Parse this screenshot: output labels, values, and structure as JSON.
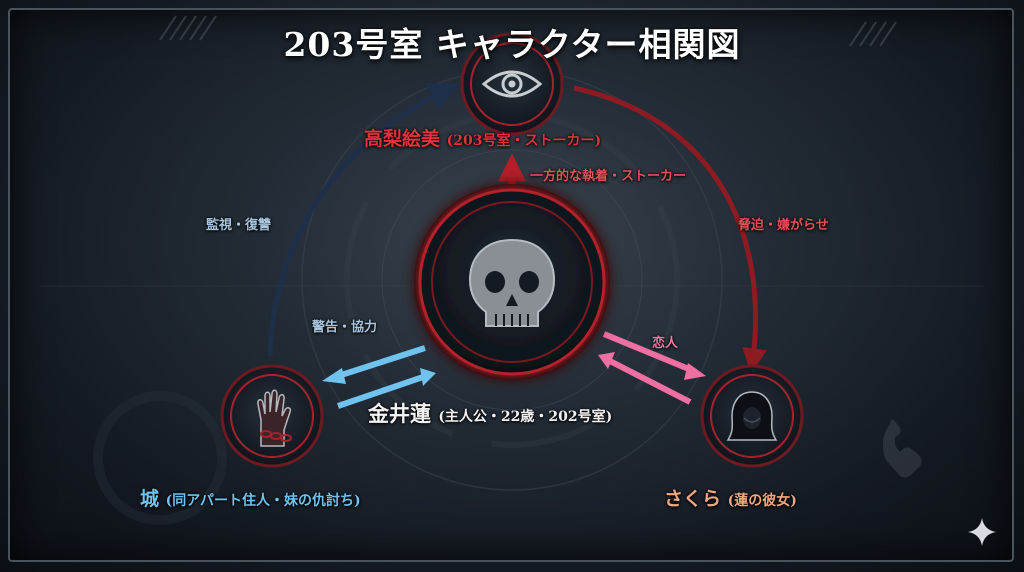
{
  "title": "203号室 キャラクター相関図",
  "colors": {
    "red": "#c8252d",
    "blue": "#6fc3ee",
    "pink": "#ef6fa3",
    "navy": "#1e2f4a",
    "orange": "#f0a882"
  },
  "characters": {
    "center": {
      "name": "金井蓮",
      "desc": "(主人公・22歳・202号室)",
      "icon": "skull-icon"
    },
    "top": {
      "name": "高梨絵美",
      "desc": "(203号室・ストーカー)",
      "icon": "eye-icon"
    },
    "left": {
      "name": "城",
      "desc": "(同アパート住人・妹の仇討ち)",
      "icon": "chained-hand-icon"
    },
    "right": {
      "name": "さくら",
      "desc": "(蓮の彼女)",
      "icon": "hooded-figure-icon"
    }
  },
  "relations": {
    "top_to_center": "一方的な執着・ストーカー",
    "left_to_top": "監視・復讐",
    "top_to_right": "脅迫・嫌がらせ",
    "left_center": "警告・協力",
    "right_center": "恋人"
  }
}
